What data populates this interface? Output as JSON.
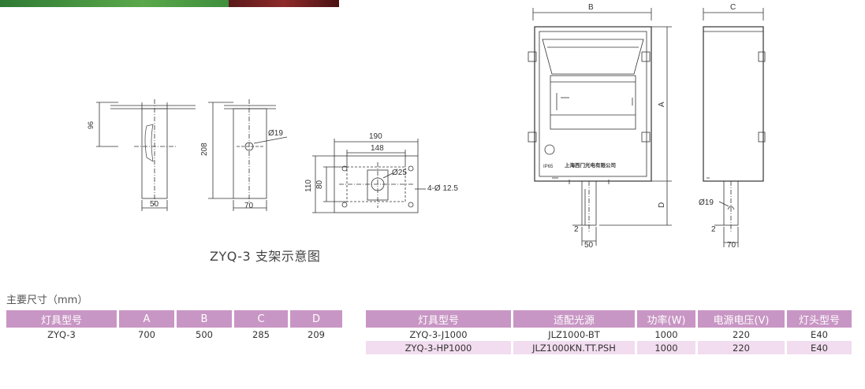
{
  "banner": {
    "colors": [
      "#2f7a35",
      "#8e2a2a"
    ]
  },
  "drawing": {
    "caption": "ZYQ-3 支架示意图",
    "bracket_dims": {
      "d96": "96",
      "d50": "50",
      "d208": "208",
      "d70": "70",
      "dia19": "Ø19"
    },
    "plate_dims": {
      "d190": "190",
      "d148": "148",
      "d110": "110",
      "d80": "80",
      "dia25": "Ø25",
      "hole": "4-Ø 12.5"
    },
    "front_dims": {
      "B": "B",
      "A": "A",
      "D": "D",
      "d2": "2",
      "d50": "50"
    },
    "side_dims": {
      "C": "C",
      "dia19": "Ø19",
      "d2": "2",
      "d70": "70"
    },
    "logo_text": "IP65",
    "company_text": "上海西门光电有限公司"
  },
  "dims_table": {
    "title": "主要尺寸（mm）",
    "headers": [
      "灯具型号",
      "A",
      "B",
      "C",
      "D"
    ],
    "rows": [
      [
        "ZYQ-3",
        "700",
        "500",
        "285",
        "209"
      ]
    ]
  },
  "lamps_table": {
    "headers": [
      "灯具型号",
      "适配光源",
      "功率(W)",
      "电源电压(V)",
      "灯头型号"
    ],
    "rows": [
      [
        "ZYQ-3-J1000",
        "JLZ1000-BT",
        "1000",
        "220",
        "E40"
      ],
      [
        "ZYQ-3-HP1000",
        "JLZ1000KN.TT.PSH",
        "1000",
        "220",
        "E40"
      ]
    ]
  }
}
